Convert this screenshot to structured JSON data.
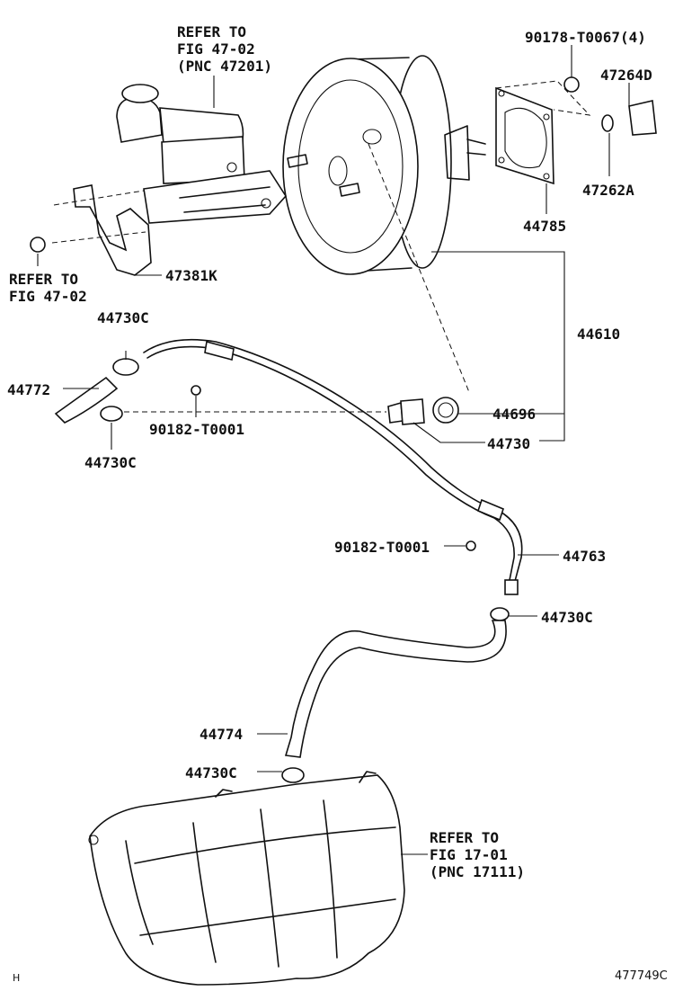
{
  "labels": {
    "refer_47201": "REFER TO\nFIG 47-02\n(PNC 47201)",
    "refer_4702": "REFER TO\nFIG 47-02",
    "p90178": "90178-T0067(4)",
    "p47264d": "47264D",
    "p47262a": "47262A",
    "p44785": "44785",
    "p47381k": "47381K",
    "p44610": "44610",
    "p44730c_a": "44730C",
    "p44772": "44772",
    "p90182_a": "90182-T0001",
    "p44696": "44696",
    "p44730": "44730",
    "p44730c_b": "44730C",
    "p90182_b": "90182-T0001",
    "p44763": "44763",
    "p44730c_c": "44730C",
    "p44774": "44774",
    "p44730c_d": "44730C",
    "refer_17111": "REFER TO\nFIG 17-01\n(PNC 17111)",
    "corner_h": "H",
    "figure_no": "477749C"
  }
}
